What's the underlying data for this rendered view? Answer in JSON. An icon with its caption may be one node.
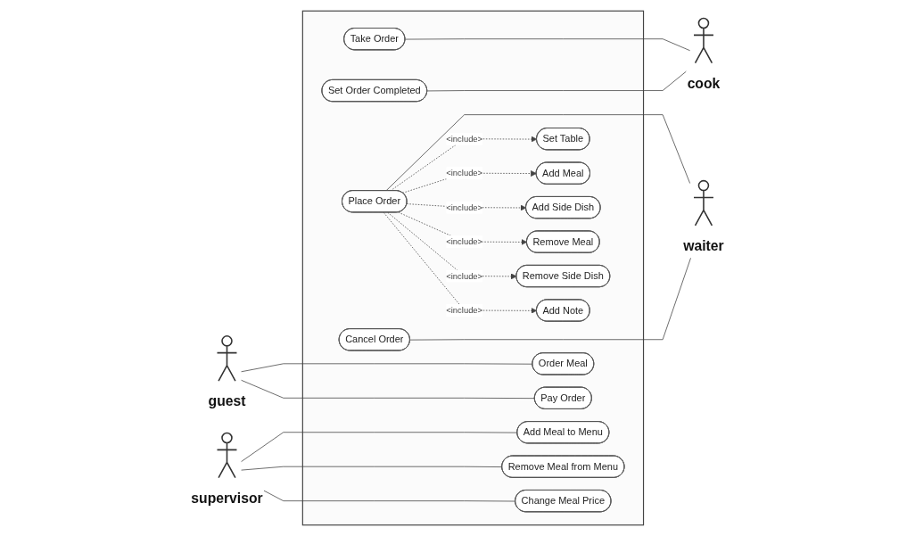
{
  "diagram": {
    "nodes": [
      {
        "text": [],
        "shape": "box"
      },
      {
        "text": [
          "guest"
        ]
      },
      {
        "text": [
          "supervisor"
        ]
      },
      {
        "text": [
          "Order Meal"
        ],
        "in": 0
      },
      {
        "text": [
          "Pay Order"
        ],
        "in": 0
      },
      {
        "text": [
          "Add Meal to Menu"
        ],
        "in": 0
      },
      {
        "text": [
          "Remove Meal from Menu"
        ],
        "in": 0
      },
      {
        "text": [
          "Change Meal Price"
        ],
        "in": 0
      },
      {
        "text": [
          "Set Table"
        ],
        "in": 0
      },
      {
        "text": [
          "Add Meal"
        ],
        "in": 0
      },
      {
        "text": [
          "Add Side Dish"
        ],
        "in": 0
      },
      {
        "text": [
          "Remove Meal"
        ],
        "in": 0
      },
      {
        "text": [
          "Remove Side Dish"
        ],
        "in": 0
      },
      {
        "text": [
          "Add Note"
        ],
        "in": 0
      },
      {
        "text": [
          "Take Order"
        ],
        "in": 0
      },
      {
        "text": [
          "Set Order Completed"
        ],
        "in": 0
      },
      {
        "text": [
          "Place Order"
        ],
        "in": 0
      },
      {
        "text": [
          "Cancel Order"
        ],
        "in": 0
      },
      {
        "text": [
          "cook"
        ]
      },
      {
        "text": [
          "waiter"
        ]
      }
    ],
    "edges": [
      {
        "from": 1,
        "to": 3,
        "arrow": "none"
      },
      {
        "from": 1,
        "to": 4,
        "arrow": "none"
      },
      {
        "from": 2,
        "to": 5,
        "arrow": "none"
      },
      {
        "from": 2,
        "to": 6,
        "arrow": "none"
      },
      {
        "from": 2,
        "to": 7,
        "arrow": "none"
      },
      {
        "from": 14,
        "to": 18,
        "arrow": "none"
      },
      {
        "from": 15,
        "to": 18,
        "arrow": "none"
      },
      {
        "from": 16,
        "to": 19,
        "arrow": "none"
      },
      {
        "from": 17,
        "to": 19,
        "arrow": "none"
      },
      {
        "from": 16,
        "to": 8,
        "arrow": "to",
        "style": "dashed",
        "label": "<include>"
      },
      {
        "from": 16,
        "to": 9,
        "arrow": "to",
        "style": "dashed",
        "label": "<include>"
      },
      {
        "from": 16,
        "to": 10,
        "arrow": "to",
        "style": "dashed",
        "label": "<include>"
      },
      {
        "from": 16,
        "to": 11,
        "arrow": "to",
        "style": "dashed",
        "label": "<include>"
      },
      {
        "from": 16,
        "to": 12,
        "arrow": "to",
        "style": "dashed",
        "label": "<include>"
      },
      {
        "from": 16,
        "to": 13,
        "arrow": "to",
        "style": "dashed",
        "label": "<include>"
      }
    ]
  }
}
